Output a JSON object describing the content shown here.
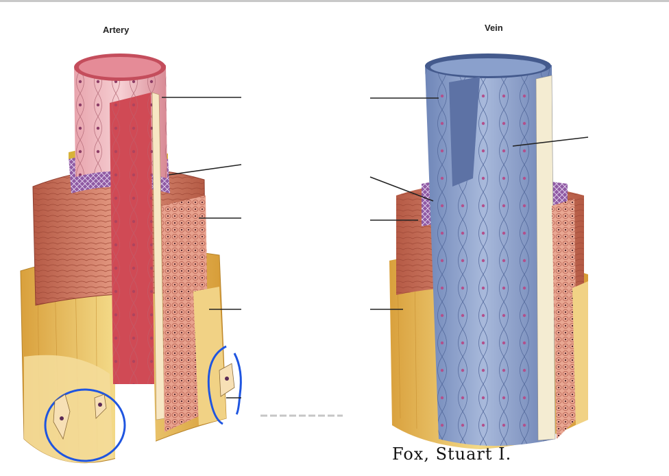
{
  "titles": {
    "artery": "Artery",
    "vein": "Vein"
  },
  "credit": {
    "line1": "Fox, Stuart I."
  },
  "colors": {
    "artery_endothelium": "#e7a3ad",
    "artery_muscle": "#c9685a",
    "adventitia": "#e9c15c",
    "elastic_band": "#8f5aa3",
    "vein_wall": "#8ea2c9",
    "annotation_blue": "#1f55e0",
    "leader_line": "#222222"
  },
  "icons": [
    "artery-illustration",
    "vein-illustration",
    "annotation-circle"
  ]
}
